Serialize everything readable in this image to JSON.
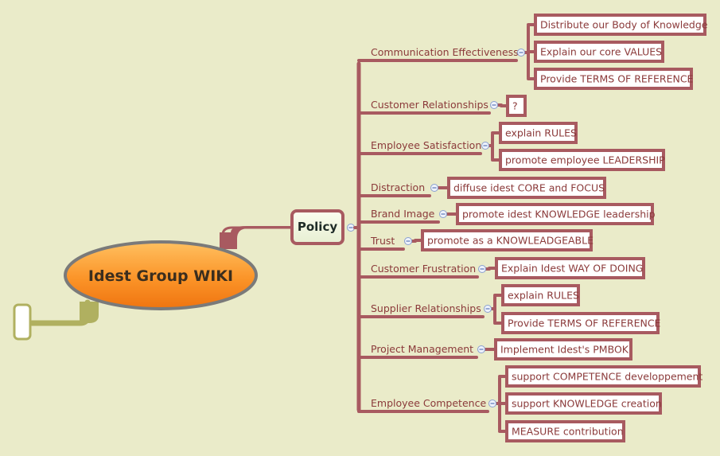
{
  "root": {
    "label": "Idest Group WIKI"
  },
  "policy": {
    "label": "Policy"
  },
  "branches": [
    {
      "label": "Communication Effectiveness",
      "children": [
        "Distribute our Body of Knowledge",
        "Explain our core VALUES",
        "Provide TERMS OF REFERENCE"
      ]
    },
    {
      "label": "Customer Relationships",
      "children": [
        "?"
      ]
    },
    {
      "label": "Employee Satisfaction",
      "children": [
        "explain RULES",
        "promote employee LEADERSHIP"
      ]
    },
    {
      "label": "Distraction",
      "children": [
        "diffuse idest CORE and FOCUS"
      ]
    },
    {
      "label": "Brand Image",
      "children": [
        "promote idest KNOWLEDGE leadership"
      ]
    },
    {
      "label": "Trust",
      "children": [
        "promote as a KNOWLEADGEABLE"
      ]
    },
    {
      "label": "Customer Frustration",
      "children": [
        "Explain Idest WAY OF DOING"
      ]
    },
    {
      "label": "Supplier Relationships",
      "children": [
        "explain RULES",
        "Provide TERMS OF REFERENCE"
      ]
    },
    {
      "label": "Project Management",
      "children": [
        "Implement Idest's PMBOK"
      ]
    },
    {
      "label": "Employee Competence",
      "children": [
        "support COMPETENCE developpement",
        "support KNOWLEDGE creation",
        "MEASURE contribution"
      ]
    }
  ],
  "colors": {
    "background": "#eaebc9",
    "connector": "#a85a60",
    "root_fill_top": "#ffb14a",
    "root_fill_bottom": "#f47a10",
    "root_border": "#7a7a7a",
    "olive_connector": "#b0b060",
    "text": "#8b3a3a"
  }
}
